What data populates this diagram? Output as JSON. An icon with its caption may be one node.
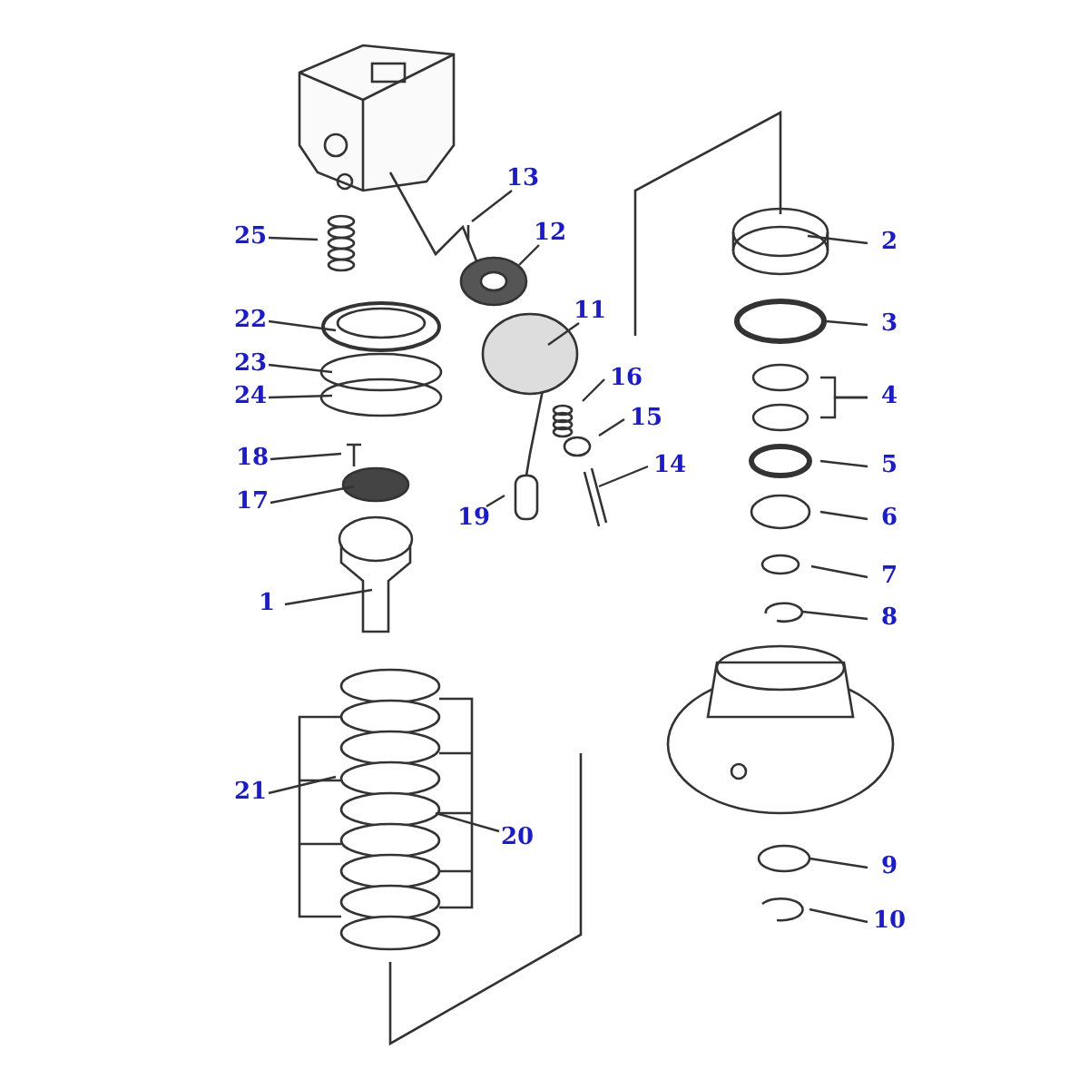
{
  "diagram": {
    "nodes": [
      {
        "text": [
          "1"
        ]
      },
      {
        "text": [
          "2"
        ]
      },
      {
        "text": [
          "3"
        ]
      },
      {
        "text": [
          "4"
        ]
      },
      {
        "text": [
          "5"
        ]
      },
      {
        "text": [
          "6"
        ]
      },
      {
        "text": [
          "7"
        ]
      },
      {
        "text": [
          "8"
        ]
      },
      {
        "text": [
          "9"
        ]
      },
      {
        "text": [
          "10"
        ]
      },
      {
        "text": [
          "11"
        ]
      },
      {
        "text": [
          "12"
        ]
      },
      {
        "text": [
          "13"
        ]
      },
      {
        "text": [
          "14"
        ]
      },
      {
        "text": [
          "15"
        ]
      },
      {
        "text": [
          "16"
        ]
      },
      {
        "text": [
          "17"
        ]
      },
      {
        "text": [
          "18"
        ]
      },
      {
        "text": [
          "19"
        ]
      },
      {
        "text": [
          "20"
        ]
      },
      {
        "text": [
          "21"
        ]
      },
      {
        "text": [
          "22"
        ]
      },
      {
        "text": [
          "23"
        ]
      },
      {
        "text": [
          "24"
        ]
      },
      {
        "text": [
          "25"
        ]
      }
    ],
    "edges": [
      {
        "from": 0,
        "to": null,
        "arrow": "none"
      },
      {
        "from": 1,
        "to": null,
        "arrow": "none"
      },
      {
        "from": 2,
        "to": null,
        "arrow": "none"
      },
      {
        "from": 3,
        "to": null,
        "arrow": "none"
      },
      {
        "from": 3,
        "to": null,
        "arrow": "none"
      },
      {
        "from": 4,
        "to": null,
        "arrow": "none"
      },
      {
        "from": 5,
        "to": null,
        "arrow": "none"
      },
      {
        "from": 6,
        "to": null,
        "arrow": "none"
      },
      {
        "from": 7,
        "to": null,
        "arrow": "none"
      },
      {
        "from": 8,
        "to": null,
        "arrow": "none"
      },
      {
        "from": 9,
        "to": null,
        "arrow": "none"
      },
      {
        "from": 10,
        "to": null,
        "arrow": "none"
      },
      {
        "from": 11,
        "to": null,
        "arrow": "none"
      },
      {
        "from": 12,
        "to": null,
        "arrow": "none"
      },
      {
        "from": 13,
        "to": null,
        "arrow": "none"
      },
      {
        "from": 14,
        "to": null,
        "arrow": "none"
      },
      {
        "from": 15,
        "to": null,
        "arrow": "none"
      },
      {
        "from": 16,
        "to": null,
        "arrow": "none"
      },
      {
        "from": 17,
        "to": null,
        "arrow": "none"
      },
      {
        "from": 18,
        "to": null,
        "arrow": "none"
      },
      {
        "from": 19,
        "to": null,
        "arrow": "none"
      },
      {
        "from": 20,
        "to": null,
        "arrow": "none"
      },
      {
        "from": 21,
        "to": null,
        "arrow": "none"
      },
      {
        "from": 22,
        "to": null,
        "arrow": "none"
      },
      {
        "from": 23,
        "to": null,
        "arrow": "none"
      },
      {
        "from": 24,
        "to": null,
        "arrow": "none"
      }
    ]
  }
}
